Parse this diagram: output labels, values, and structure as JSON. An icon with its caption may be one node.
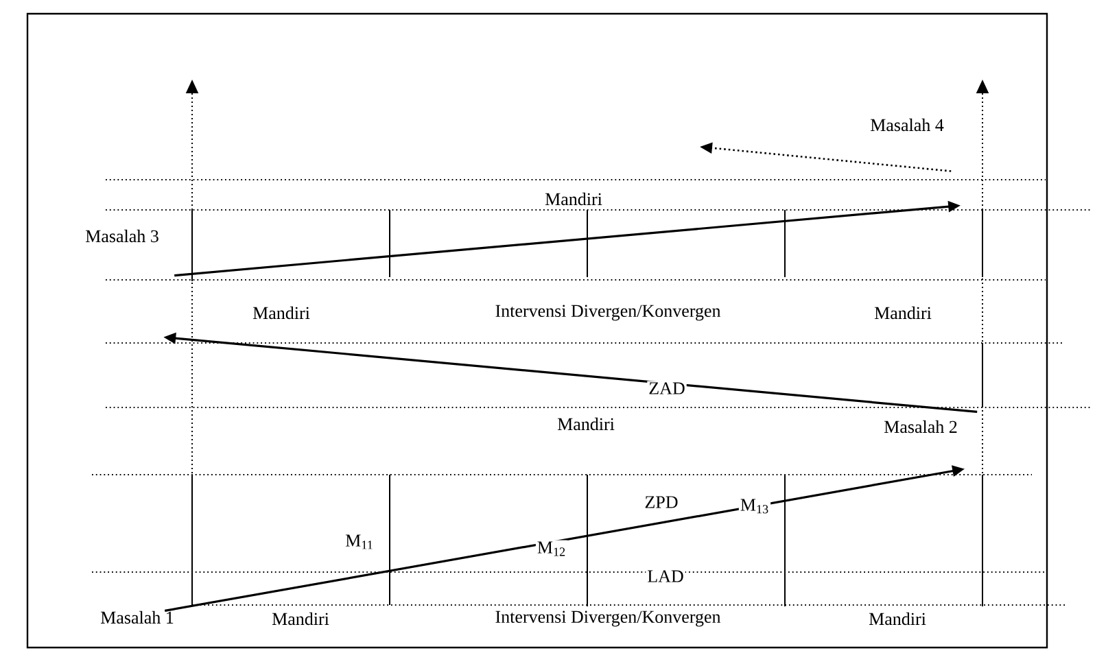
{
  "diagram": {
    "nodes": [
      {
        "text": [
          "Masalah 1"
        ]
      },
      {
        "text": [
          "Masalah 2"
        ]
      },
      {
        "text": [
          "Masalah 3"
        ]
      },
      {
        "text": [
          "Masalah 4"
        ]
      }
    ],
    "edges": [
      {
        "from": 0,
        "to": 1,
        "arrow": "to"
      },
      {
        "from": 1,
        "to": 2,
        "arrow": "to",
        "label": "ZAD"
      },
      {
        "from": 2,
        "to": 3,
        "arrow": "to"
      },
      {
        "from": 3,
        "to": null,
        "arrow": "to",
        "style": "dashed"
      }
    ],
    "labels": [
      "Mandiri",
      "Mandiri",
      "Intervensi Divergen/Konvergen",
      "Mandiri",
      "Mandiri",
      "ZPD",
      "M$_{13}$",
      "M$_{11}$",
      "M$_{12}$",
      "LAD",
      "Mandiri",
      "Intervensi Divergen/Konvergen",
      "Mandiri"
    ]
  }
}
